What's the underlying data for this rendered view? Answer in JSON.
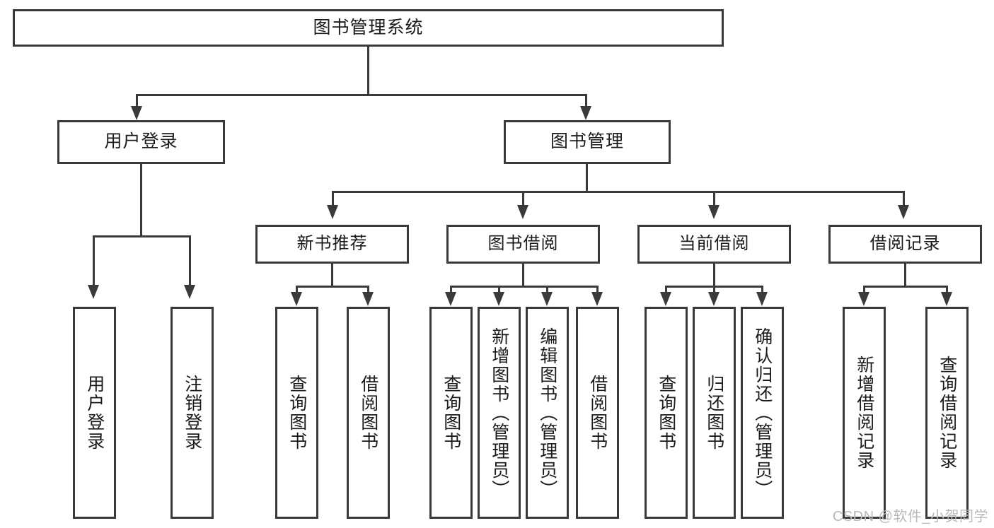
{
  "diagram": {
    "title": "图书管理系统",
    "type": "function-hierarchy-tree",
    "root": {
      "label": "图书管理系统"
    },
    "level2": [
      {
        "label": "用户登录"
      },
      {
        "label": "图书管理"
      }
    ],
    "level3": [
      {
        "label": "新书推荐"
      },
      {
        "label": "图书借阅"
      },
      {
        "label": "当前借阅"
      },
      {
        "label": "借阅记录"
      }
    ],
    "leaves": {
      "user_login": [
        {
          "label": "用户登录"
        },
        {
          "label": "注销登录"
        }
      ],
      "new_book_recommend": [
        {
          "label": "查询图书"
        },
        {
          "label": "借阅图书"
        }
      ],
      "book_borrow": [
        {
          "label": "查询图书"
        },
        {
          "label": "新增图书（管理员）"
        },
        {
          "label": "编辑图书（管理员）"
        },
        {
          "label": "借阅图书"
        }
      ],
      "current_borrow": [
        {
          "label": "查询图书"
        },
        {
          "label": "归还图书"
        },
        {
          "label": "确认归还（管理员）"
        }
      ],
      "borrow_record": [
        {
          "label": "新增借阅记录"
        },
        {
          "label": "查询借阅记录"
        }
      ]
    }
  },
  "watermark": {
    "text": "CSDN @软件_小贺同学"
  },
  "colors": {
    "stroke": "#3a3a3a",
    "text": "#1b1b1b",
    "background": "#ffffff",
    "watermark": "#b9b9b9"
  }
}
